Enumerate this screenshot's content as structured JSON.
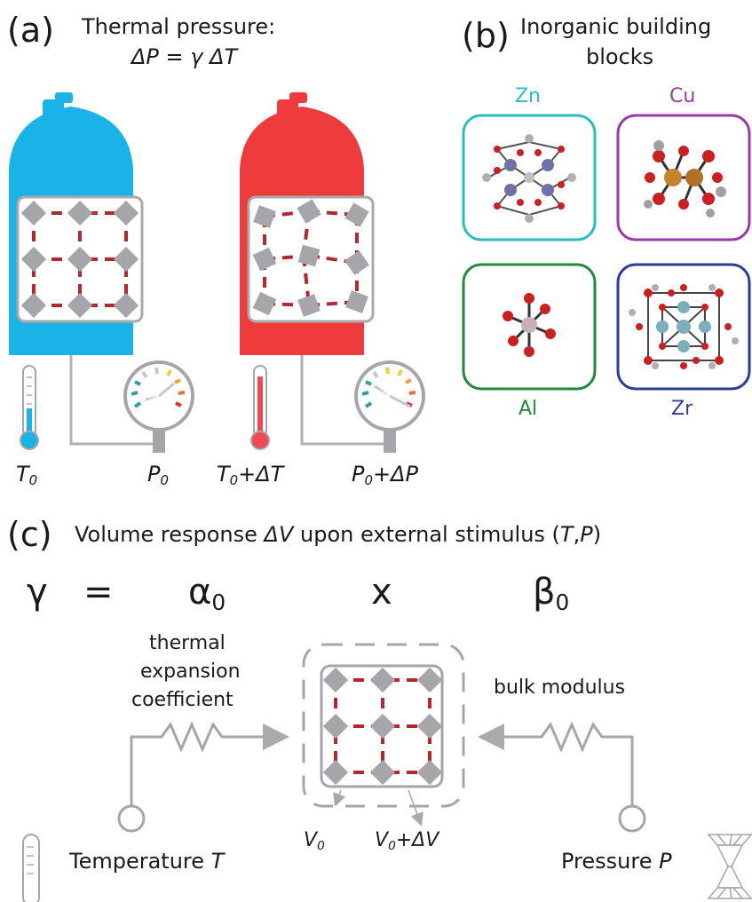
{
  "panel_a": {
    "letter": "(a)",
    "title": "Thermal pressure:",
    "equation": "ΔP = γ ΔT",
    "label_t0": "T",
    "label_t0_sub": "0",
    "label_p0": "P",
    "label_p0_sub": "0",
    "label_t1": "T",
    "label_t1_sub": "0",
    "label_t1_rest": "+ΔT",
    "label_p1": "P",
    "label_p1_sub": "0",
    "label_p1_rest": "+ΔP",
    "colors": {
      "cold": "#1ab3e8",
      "hot": "#ee3b3b",
      "node": "#a6a6aa",
      "linker": "#b3282d",
      "frame": "#b0b0b0"
    }
  },
  "panel_b": {
    "letter": "(b)",
    "title_line1": "Inorganic building",
    "title_line2": "blocks",
    "blocks": [
      {
        "label": "Zn",
        "color": "#2bbdbd"
      },
      {
        "label": "Cu",
        "color": "#9a3aa8"
      },
      {
        "label": "Al",
        "color": "#1f8c3b"
      },
      {
        "label": "Zr",
        "color": "#2c3c9a"
      }
    ]
  },
  "panel_c": {
    "letter": "(c)",
    "title_pre": "Volume response ",
    "title_dv": "ΔV",
    "title_mid": " upon external stimulus (",
    "title_t": "T",
    "title_comma": ",",
    "title_p": "P",
    "title_end": ")",
    "gamma": "γ",
    "equals": "=",
    "alpha": "α",
    "alpha_sub": "0",
    "times": "x",
    "beta": "β",
    "beta_sub": "0",
    "thermal_1": "thermal",
    "thermal_2": "expansion",
    "thermal_3": "coefficient",
    "bulk": "bulk modulus",
    "temperature": "Temperature ",
    "temperature_var": "T",
    "pressure": "Pressure ",
    "pressure_var": "P",
    "v0": "V",
    "v0_sub": "0",
    "v1": "V",
    "v1_sub": "0",
    "v1_rest": "+ΔV"
  }
}
